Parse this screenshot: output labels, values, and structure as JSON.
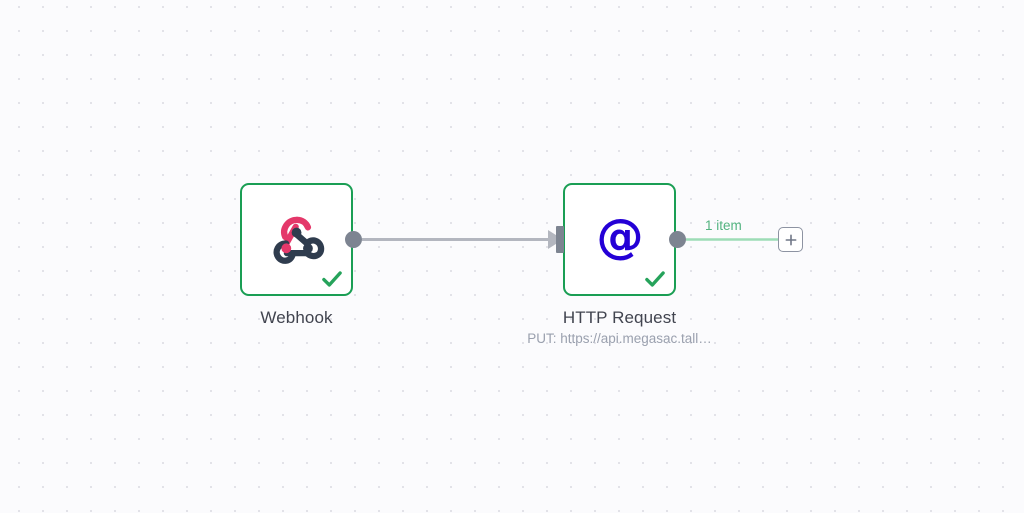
{
  "canvas": {
    "background_color": "#fbfbfd",
    "grid_dot_color": "#e2e2e8",
    "grid_spacing": 24
  },
  "palette": {
    "node_border_green": "#1a9e54",
    "check_green": "#26a35b",
    "edge_label_green": "#52b37f",
    "edge_success_green": "#9ddcb6",
    "edge_gray": "#b3b6bf",
    "port_gray": "#7d8491",
    "title_text": "#41444f",
    "subtitle_text": "#9aa0ae",
    "webhook_pink": "#e4386a",
    "webhook_navy": "#2f3c4e",
    "http_blue": "#2400d6",
    "add_button_border": "#8d93a2"
  },
  "nodes": [
    {
      "id": "webhook",
      "title": "Webhook",
      "subtitle": "",
      "icon": "webhook-icon",
      "status": "success",
      "status_icon": "check-icon"
    },
    {
      "id": "http-request",
      "title": "HTTP Request",
      "subtitle": "PUT: https://api.megasac.tall…",
      "icon": "at-sign-icon",
      "status": "success",
      "status_icon": "check-icon"
    }
  ],
  "connections": [
    {
      "id": "webhook-to-http",
      "from": "webhook",
      "to": "http-request",
      "label": "",
      "state": "idle"
    },
    {
      "id": "http-to-add",
      "from": "http-request",
      "to": "add-node-button",
      "label": "1 item",
      "state": "success"
    }
  ],
  "add_button": {
    "label": "+",
    "name": "add-node-button",
    "tooltip": ""
  }
}
